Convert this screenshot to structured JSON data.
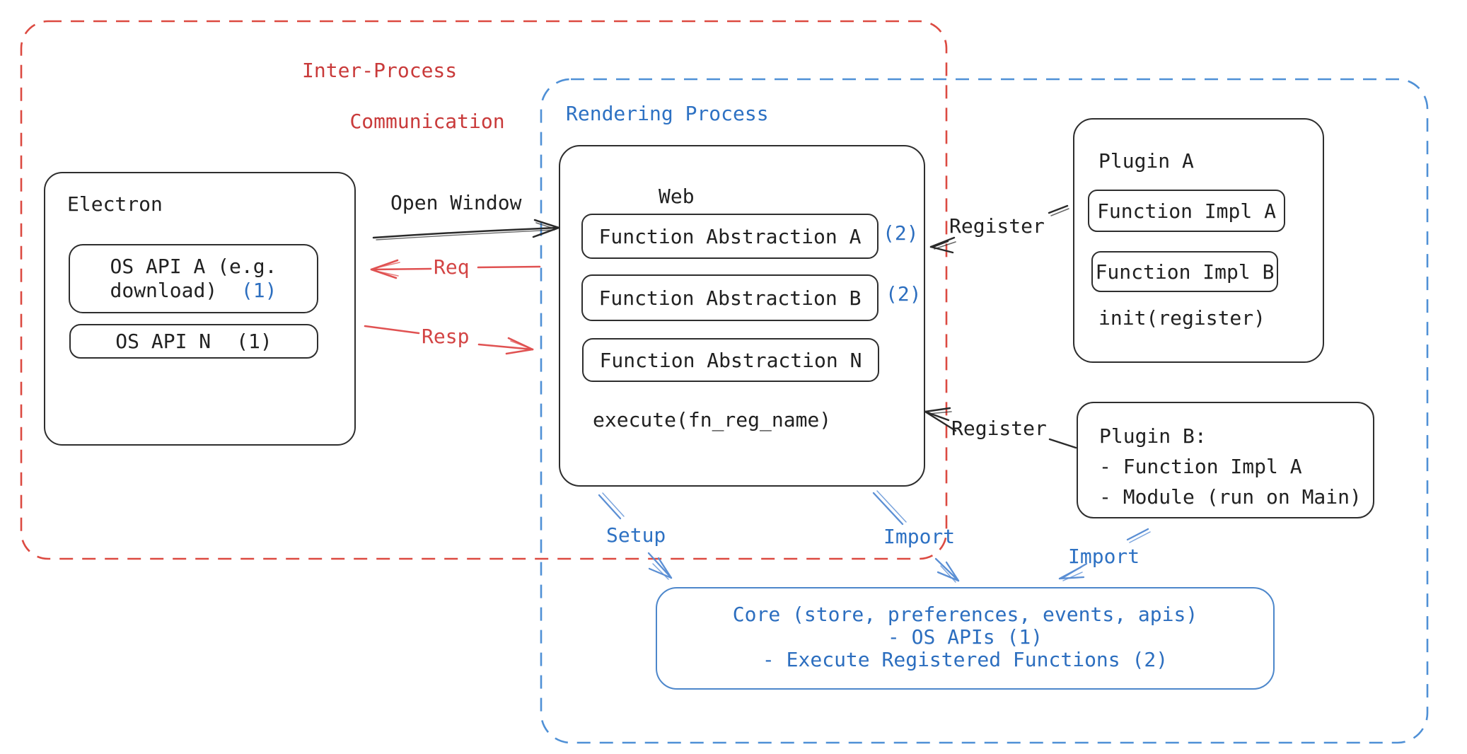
{
  "colors": {
    "red_accent": "#c93a3a",
    "red_dash": "#dc4a41",
    "blue_text": "#2c6ebf",
    "blue_dash": "#4f90d6",
    "blue_arrow": "#5b8fd4",
    "ink": "#212121"
  },
  "ipc": {
    "label_line1": "Inter-Process",
    "label_line2": "Communication"
  },
  "rendering": {
    "label": "Rendering Process"
  },
  "electron": {
    "title": "Electron",
    "api_a": {
      "line1": "OS API A (e.g.",
      "line2": "download)",
      "badge": "(1)"
    },
    "api_n": {
      "label": "OS API N",
      "badge": "(1)"
    }
  },
  "web": {
    "title": "Web",
    "fn_a": {
      "label": "Function Abstraction A",
      "badge": "(2)"
    },
    "fn_b": {
      "label": "Function Abstraction B",
      "badge": "(2)"
    },
    "fn_n": {
      "label": "Function Abstraction N"
    },
    "execute_label": "execute(fn_reg_name)"
  },
  "plugin_a": {
    "title": "Plugin A",
    "impl_a": "Function Impl A",
    "impl_b": "Function Impl B",
    "init_label": "init(register)"
  },
  "plugin_b": {
    "line1": "Plugin B:",
    "line2": "- Function Impl A",
    "line3": "- Module (run on Main)"
  },
  "core": {
    "line1": "Core (store, preferences, events, apis)",
    "line2": "- OS APIs (1)",
    "line3": "- Execute Registered Functions (2)"
  },
  "arrows": {
    "open_window": "Open Window",
    "req": "Req",
    "resp": "Resp",
    "register_top": "Register",
    "register_bottom": "Register",
    "setup": "Setup",
    "import_web": "Import",
    "import_plugin": "Import"
  }
}
